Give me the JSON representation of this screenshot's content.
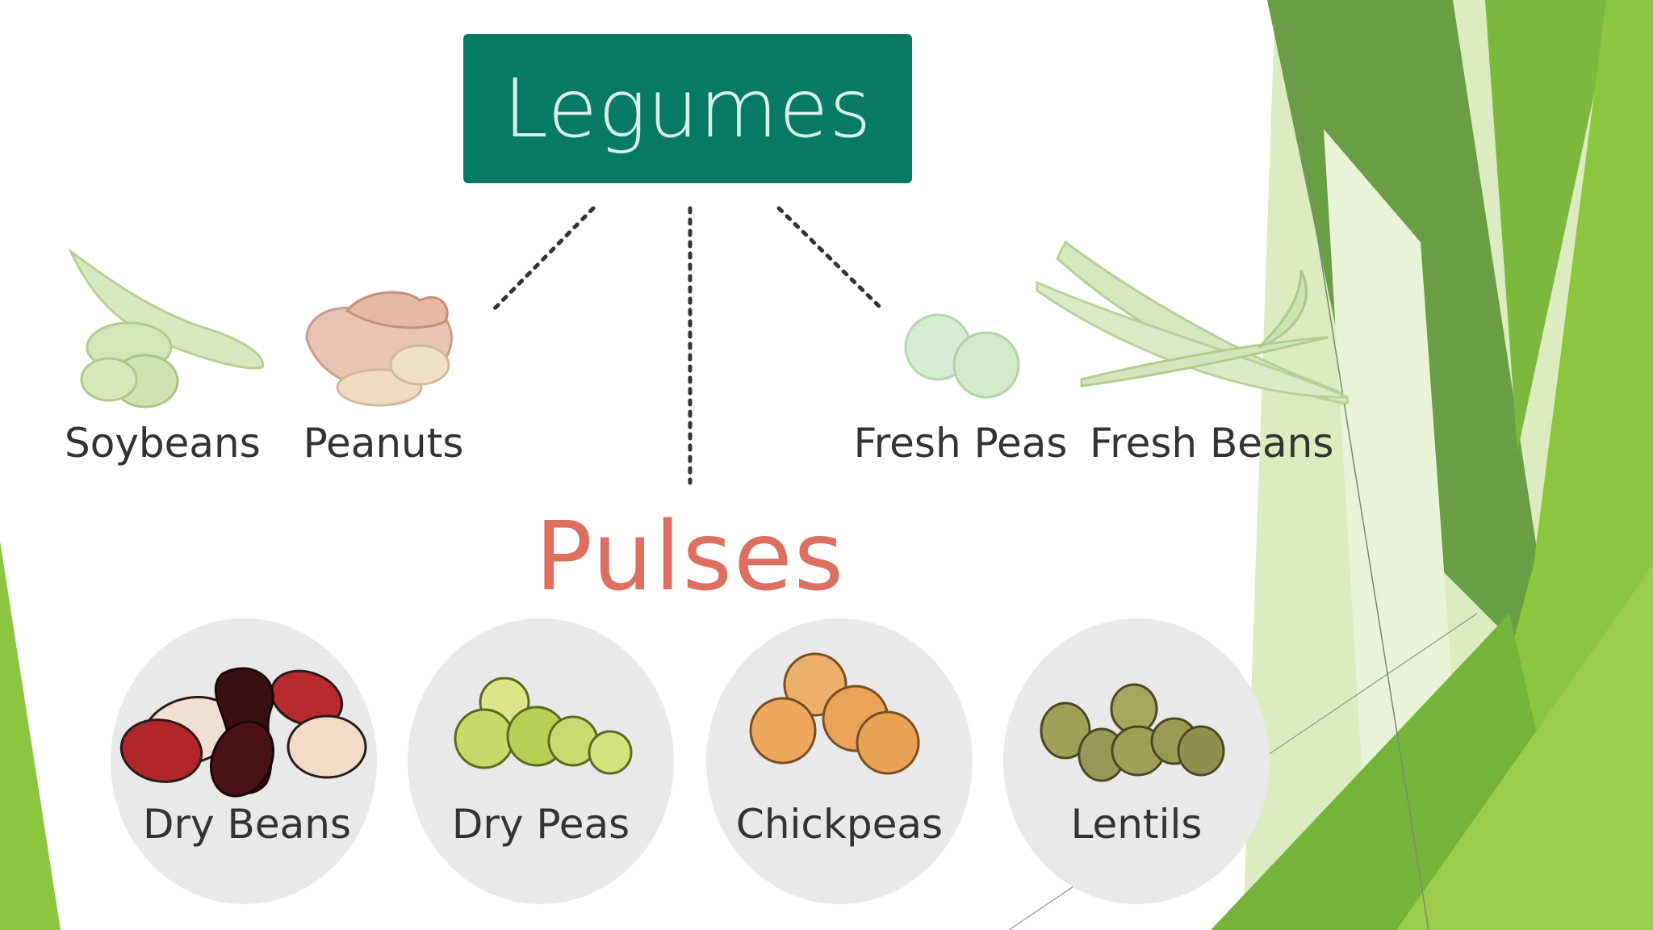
{
  "diagram": {
    "root": {
      "label": "Legumes"
    },
    "fresh_items": [
      {
        "label": "Soybeans",
        "icon": "soybean-pod-icon"
      },
      {
        "label": "Peanuts",
        "icon": "peanut-icon"
      },
      {
        "label": "Fresh Peas",
        "icon": "fresh-peas-icon"
      },
      {
        "label": "Fresh Beans",
        "icon": "green-beans-icon"
      }
    ],
    "pulses": {
      "label": "Pulses",
      "items": [
        {
          "label": "Dry Beans",
          "icon": "dry-beans-icon"
        },
        {
          "label": "Dry Peas",
          "icon": "dry-peas-icon"
        },
        {
          "label": "Chickpeas",
          "icon": "chickpeas-icon"
        },
        {
          "label": "Lentils",
          "icon": "lentils-icon"
        }
      ]
    }
  },
  "colors": {
    "root_box": "#077a63",
    "root_text": "#d9f0ea",
    "pulses_text": "#dd6e60",
    "circle_bg": "#e9e9ea",
    "label_text": "#333333",
    "accent_green": "#8cc63f",
    "accent_dark_green": "#5f9a3c"
  }
}
